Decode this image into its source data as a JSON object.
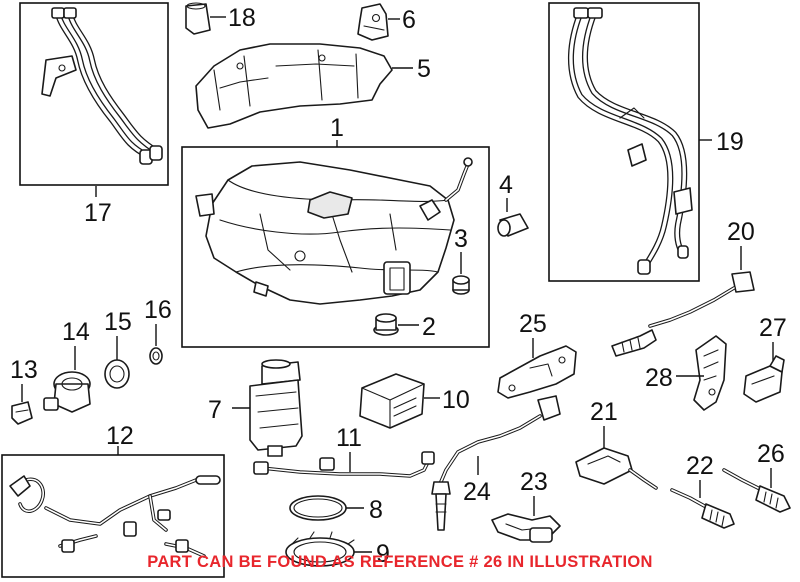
{
  "diagram": {
    "callouts": {
      "c1": "1",
      "c2": "2",
      "c3": "3",
      "c4": "4",
      "c5": "5",
      "c6": "6",
      "c7": "7",
      "c8": "8",
      "c9": "9",
      "c10": "10",
      "c11": "11",
      "c12": "12",
      "c13": "13",
      "c14": "14",
      "c15": "15",
      "c16": "16",
      "c17": "17",
      "c18": "18",
      "c19": "19",
      "c20": "20",
      "c21": "21",
      "c22": "22",
      "c23": "23",
      "c24": "24",
      "c25": "25",
      "c26": "26",
      "c27": "27",
      "c28": "28"
    },
    "banner": "PART CAN BE FOUND AS REFERENCE # 26 IN ILLUSTRATION",
    "colors": {
      "banner": "#e8262c",
      "line": "#1a1a1a",
      "background": "#ffffff"
    }
  }
}
